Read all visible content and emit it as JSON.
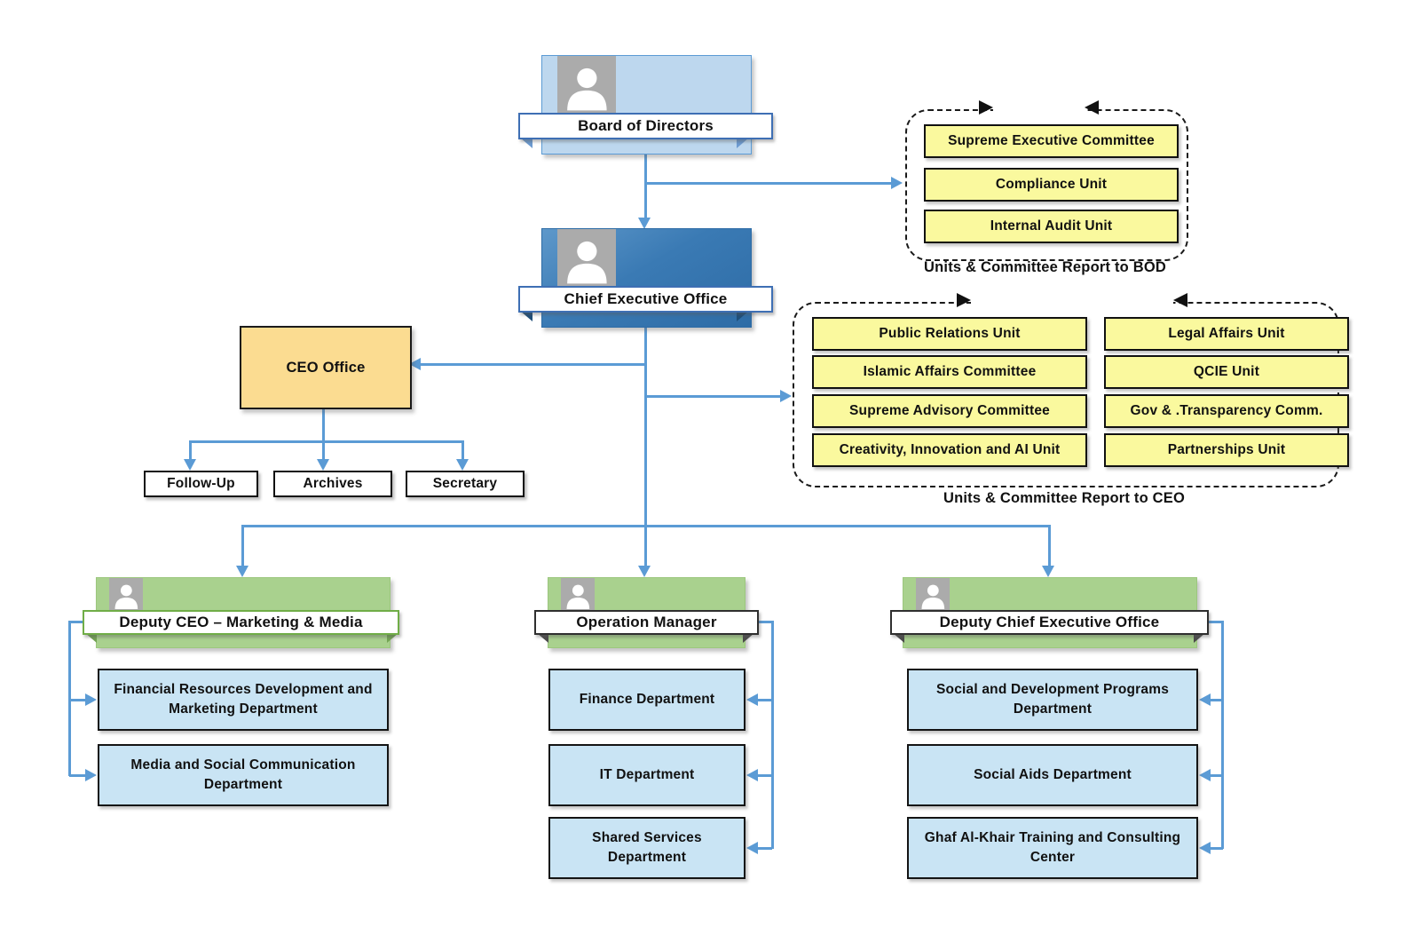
{
  "diagram": {
    "nodes": {
      "board": {
        "label": "Board of Directors"
      },
      "ceo": {
        "label": "Chief Executive Office"
      },
      "ceo_office": {
        "label": "CEO Office"
      },
      "follow_up": {
        "label": "Follow-Up"
      },
      "archives": {
        "label": "Archives"
      },
      "secretary": {
        "label": "Secretary"
      }
    },
    "bod_group": {
      "items": [
        "Supreme Executive Committee",
        "Compliance Unit",
        "Internal Audit Unit"
      ],
      "caption": "Units & Committee Report to BOD"
    },
    "ceo_group": {
      "left_items": [
        "Public Relations Unit",
        "Islamic Affairs Committee",
        "Supreme Advisory Committee",
        "Creativity, Innovation and AI Unit"
      ],
      "right_items": [
        "Legal Affairs Unit",
        "QCIE Unit",
        "Gov & .Transparency Comm.",
        "Partnerships Unit"
      ],
      "caption": "Units & Committee Report to CEO"
    },
    "branches": [
      {
        "title": "Deputy CEO – Marketing & Media",
        "departments": [
          "Financial Resources Development and Marketing Department",
          "Media and Social Communication Department"
        ]
      },
      {
        "title": "Operation Manager",
        "departments": [
          "Finance Department",
          "IT Department",
          "Shared Services Department"
        ]
      },
      {
        "title": "Deputy Chief Executive Office",
        "departments": [
          "Social and Development Programs Department",
          "Social Aids Department",
          "Ghaf Al-Khair Training and Consulting Center"
        ]
      }
    ],
    "colors": {
      "connector_blue": "#5B9BD5",
      "board_fill": "#BDD7EE",
      "ceo_fill": "#2F6EA8",
      "green_fill": "#A9D18E",
      "yellow_fill": "#FAF99E",
      "orange_fill": "#FBDC91",
      "dept_fill": "#C9E4F4",
      "photo_gray": "#ABABAB",
      "dashed_border": "#1A1A1A"
    }
  }
}
